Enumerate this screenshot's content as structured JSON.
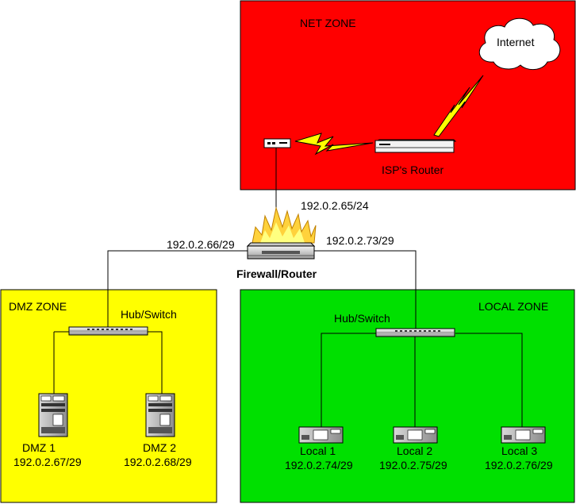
{
  "zones": {
    "net": {
      "label": "NET ZONE",
      "color": "#ff0000"
    },
    "dmz": {
      "label": "DMZ ZONE",
      "color": "#ffff00"
    },
    "local": {
      "label": "LOCAL ZONE",
      "color": "#00e000"
    }
  },
  "cloud": {
    "label": "Internet"
  },
  "isp_router": {
    "label": "ISP's Router"
  },
  "modem": {
    "label": ""
  },
  "firewall": {
    "label": "Firewall/Router",
    "ip_top": "192.0.2.65/24",
    "ip_left": "192.0.2.66/29",
    "ip_right": "192.0.2.73/29"
  },
  "dmz_switch": {
    "label": "Hub/Switch"
  },
  "local_switch": {
    "label": "Hub/Switch"
  },
  "dmz_servers": [
    {
      "name": "DMZ 1",
      "ip": "192.0.2.67/29"
    },
    {
      "name": "DMZ 2",
      "ip": "192.0.2.68/29"
    }
  ],
  "local_hosts": [
    {
      "name": "Local 1",
      "ip": "192.0.2.74/29"
    },
    {
      "name": "Local 2",
      "ip": "192.0.2.75/29"
    },
    {
      "name": "Local 3",
      "ip": "192.0.2.76/29"
    }
  ]
}
